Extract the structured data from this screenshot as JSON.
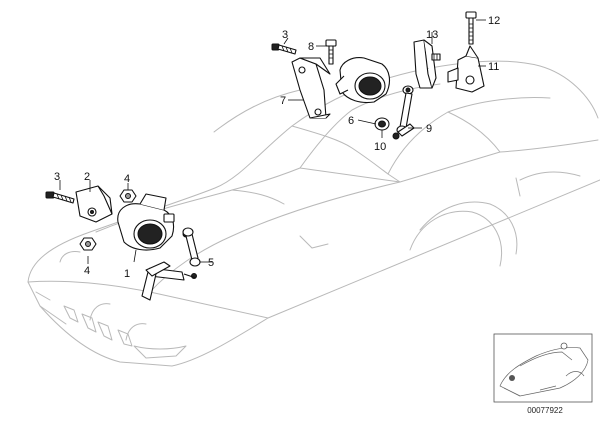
{
  "diagram": {
    "callouts": [
      {
        "id": "c1",
        "label": "1"
      },
      {
        "id": "c2",
        "label": "2"
      },
      {
        "id": "c3a",
        "label": "3"
      },
      {
        "id": "c3b",
        "label": "3"
      },
      {
        "id": "c4a",
        "label": "4"
      },
      {
        "id": "c4b",
        "label": "4"
      },
      {
        "id": "c5",
        "label": "5"
      },
      {
        "id": "c6",
        "label": "6"
      },
      {
        "id": "c7",
        "label": "7"
      },
      {
        "id": "c8",
        "label": "8"
      },
      {
        "id": "c9",
        "label": "9"
      },
      {
        "id": "c10",
        "label": "10"
      },
      {
        "id": "c11",
        "label": "11"
      },
      {
        "id": "c12",
        "label": "12"
      },
      {
        "id": "c13",
        "label": "13"
      }
    ],
    "reference_number": "00077922"
  }
}
